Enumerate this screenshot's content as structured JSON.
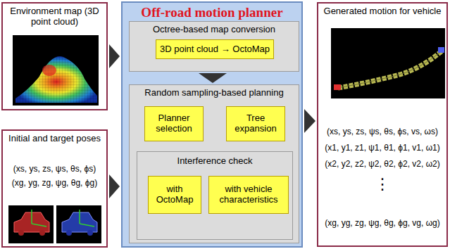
{
  "diagram": {
    "nodes": [
      {
        "text": [
          "Environment map (3D point cloud)"
        ]
      },
      {
        "text": [
          "Initial and target poses",
          "(xs, ys, zs, ψs, θs, ϕs)",
          "(xg, yg, zg, ψg, θg, ϕg)"
        ]
      },
      {
        "text": [
          "Off-road motion planner"
        ]
      },
      {
        "text": [
          "Octree-based map conversion"
        ],
        "in": 2
      },
      {
        "text": [
          "3D point cloud → OctoMap"
        ],
        "in": 3
      },
      {
        "text": [
          "Random sampling-based planning"
        ],
        "in": 2
      },
      {
        "text": [
          "Planner selection"
        ],
        "in": 5
      },
      {
        "text": [
          "Tree expansion"
        ],
        "in": 5
      },
      {
        "text": [
          "Interference check"
        ],
        "in": 5
      },
      {
        "text": [
          "with OctoMap"
        ],
        "in": 8
      },
      {
        "text": [
          "with vehicle characteristics"
        ],
        "in": 8
      },
      {
        "text": [
          "Generated motion for vehicle",
          "(xs, ys, zs, ψs, θs, ϕs, vs, ωs)",
          "(x1, y1, z1, ψ1, θ1, ϕ1, v1, ω1)",
          "(x2, y2, z2, ψ2, θ2, ϕ2, v2, ω2)",
          "⋮",
          "(xg, yg, zg, ψg, θg, ϕg, vg, ωg)"
        ]
      }
    ],
    "edges": [
      {
        "from": 0,
        "to": 2,
        "arrow": "to"
      },
      {
        "from": 1,
        "to": 2,
        "arrow": "to"
      },
      {
        "from": 2,
        "to": 11,
        "arrow": "to"
      },
      {
        "from": 3,
        "to": 5,
        "arrow": "to"
      }
    ]
  }
}
